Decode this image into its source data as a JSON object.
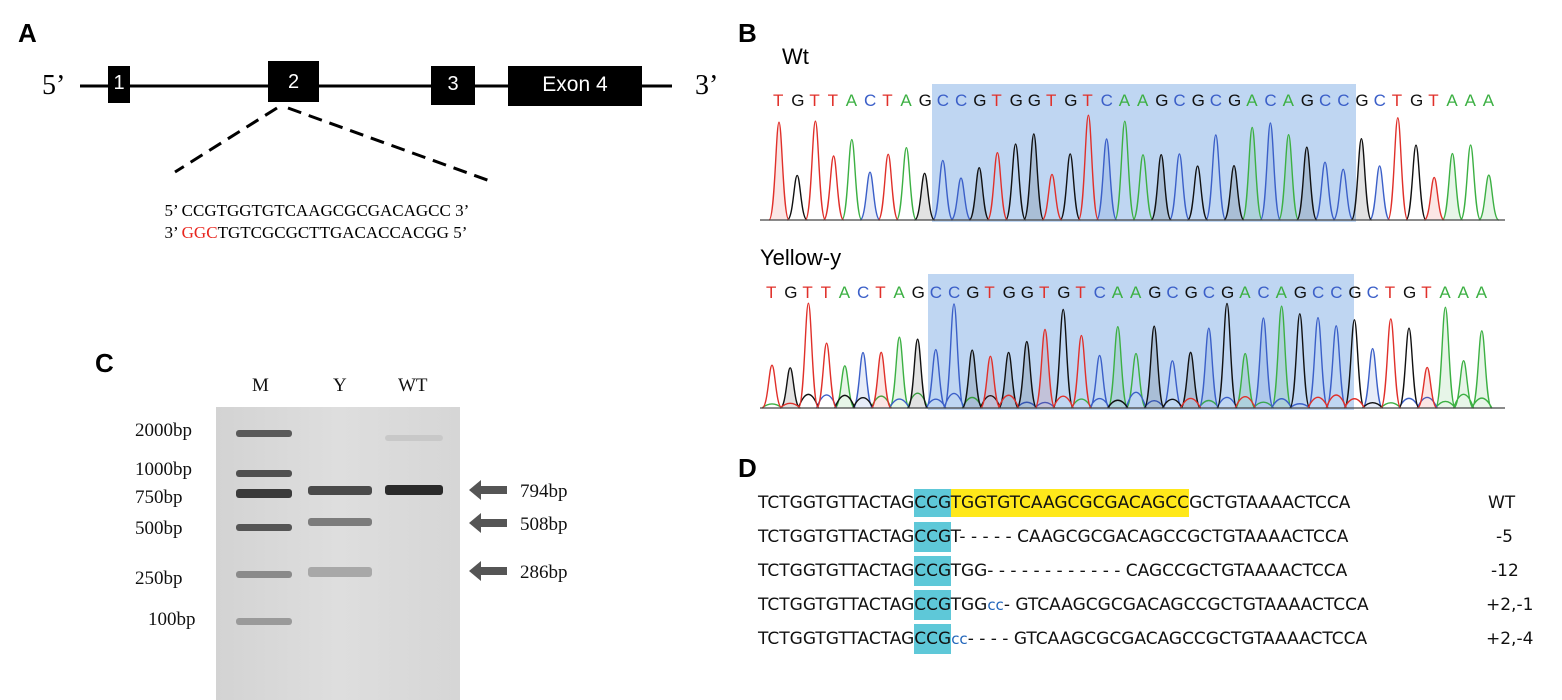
{
  "panels": {
    "a": "A",
    "b": "B",
    "c": "C",
    "d": "D"
  },
  "panel_a": {
    "five_prime": "5’",
    "three_prime": "3’",
    "exons": [
      "1",
      "2",
      "3",
      "Exon 4"
    ],
    "seq_top_prefix": "5’ ",
    "seq_top": "CCGTGGTGTCAAGCGCGACAGCC",
    "seq_top_suffix": " 3’",
    "seq_bottom_prefix": "3’ ",
    "seq_bottom_pam": "GGC",
    "seq_bottom_rest": "TGTCGCGCTTGACACCACGG",
    "seq_bottom_suffix": " 5’",
    "pam_color": "#e8261e"
  },
  "panel_b": {
    "wt_label": "Wt",
    "mut_label": "Yellow-y",
    "wt_bases": "TGTTACTAGCCGTGGTGTCAAGCGCGACAGCCGCTGTAAA",
    "mut_bases": "TGTTACTAGCCGTGGTGTCAAGCGCGACAGCCGCTGTAAA",
    "base_colors": {
      "A": "#3cb043",
      "C": "#3b5fc8",
      "G": "#111111",
      "T": "#e0302a"
    },
    "highlight_color": "#a9c8ee"
  },
  "panel_c": {
    "lanes": [
      "M",
      "Y",
      "WT"
    ],
    "ladder": [
      "2000bp",
      "1000bp",
      "750bp",
      "500bp",
      "250bp",
      "100bp"
    ],
    "bands": [
      "794bp",
      "508bp",
      "286bp"
    ]
  },
  "panel_d": {
    "rows": [
      {
        "pre": "TCTGGTGTTACTAG",
        "pam": "CCG",
        "mid": "TGGTGTCAAGCGCGACAGCC",
        "ins": "",
        "post": "GCTGTAAAACTCCA",
        "label": "WT"
      },
      {
        "pre": "TCTGGTGTTACTAG",
        "pam": "CCG",
        "mid": "T- - - - - CAAGCGCGACAGCCGCTGTAAAACTCCA",
        "ins": "",
        "post": "",
        "label": "-5"
      },
      {
        "pre": "TCTGGTGTTACTAG",
        "pam": "CCG",
        "mid": "TGG- - - - - - - - - - - - CAGCCGCTGTAAAACTCCA",
        "ins": "",
        "post": "",
        "label": "-12"
      },
      {
        "pre": "TCTGGTGTTACTAG",
        "pam": "CCG",
        "mid": "TGG",
        "ins": "cc",
        "post": "- GTCAAGCGCGACAGCCGCTGTAAAACTCCA",
        "label": "+2,-1"
      },
      {
        "pre": "TCTGGTGTTACTAG",
        "pam": "CCG",
        "mid": "",
        "ins": "cc",
        "post": "- - - - GTCAAGCGCGACAGCCGCTGTAAAACTCCA",
        "label": "+2,-4"
      }
    ],
    "pam_color": "#5ec8d8",
    "target_color": "#ffe81a",
    "insert_color": "#2266bb"
  }
}
